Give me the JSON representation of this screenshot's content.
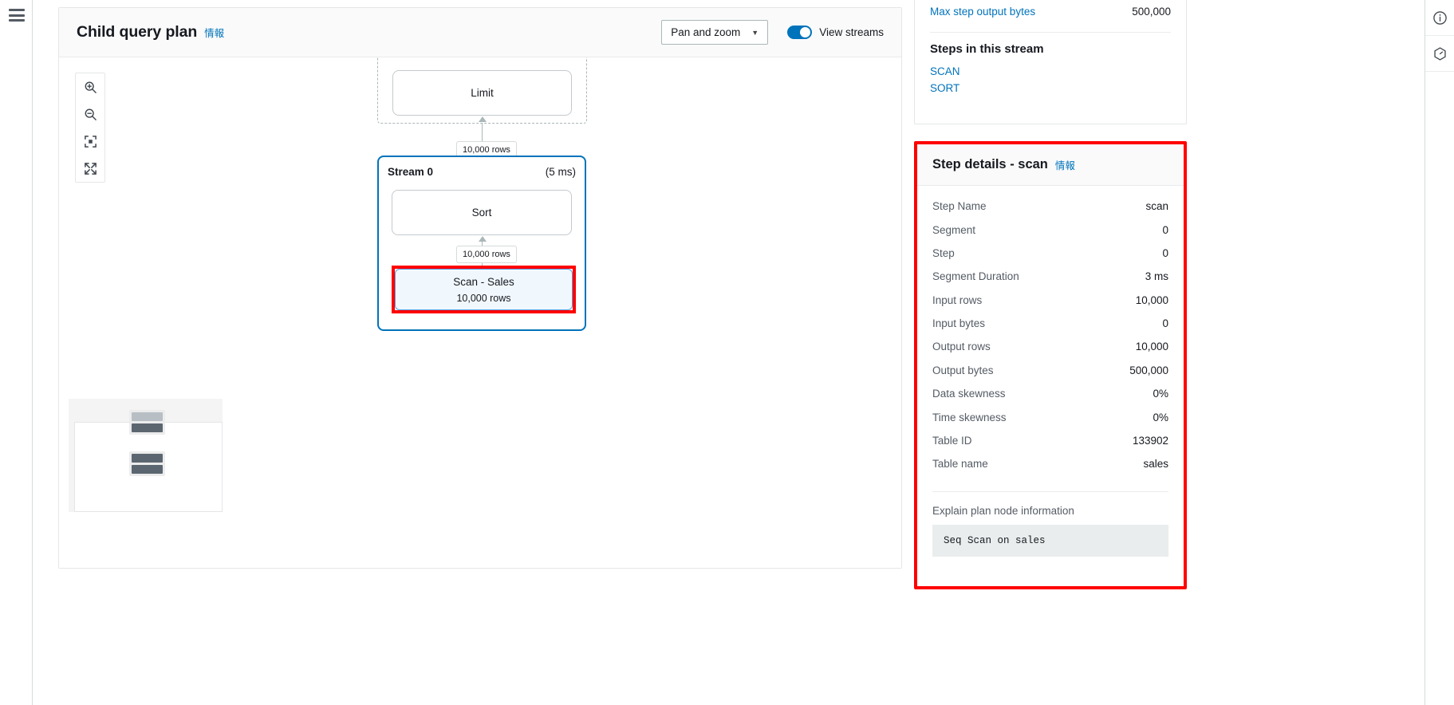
{
  "colors": {
    "accent_blue": "#0073bb",
    "highlight_red": "#ff0000",
    "stream_border": "#0073bb",
    "scan_fill": "#f1f8fd",
    "text": "#16191f",
    "muted": "#545b64"
  },
  "left_rail": {
    "menu_icon": "hamburger-menu-icon"
  },
  "right_rail": {
    "items": [
      {
        "icon": "info-circle-icon"
      },
      {
        "icon": "settings-hex-icon"
      }
    ]
  },
  "plan_card": {
    "title": "Child query plan",
    "info_label": "情報",
    "mode_select": {
      "value": "Pan and zoom",
      "caret": "▼"
    },
    "streams_toggle": {
      "label": "View streams",
      "state": "on"
    },
    "zoom_controls": [
      {
        "name": "zoom-in-icon"
      },
      {
        "name": "zoom-out-icon"
      },
      {
        "name": "fit-to-view-icon"
      },
      {
        "name": "fullscreen-icon"
      }
    ]
  },
  "graph": {
    "outer_group": {
      "style": "dashed"
    },
    "nodes": [
      {
        "id": "limit",
        "label": "Limit",
        "sub": ""
      },
      {
        "id": "sort",
        "label": "Sort",
        "sub": ""
      },
      {
        "id": "scan",
        "label": "Scan - Sales",
        "sub": "10,000 rows",
        "selected": true
      }
    ],
    "edges": [
      {
        "from": "stream0",
        "to": "limit",
        "label": "10,000 rows"
      },
      {
        "from": "scan",
        "to": "sort",
        "label": "10,000 rows"
      }
    ],
    "stream": {
      "label": "Stream 0",
      "duration": "(5 ms)"
    }
  },
  "minimap": {
    "groups": [
      {
        "bars": [
          "#b8bfc4",
          "#5c6670"
        ]
      },
      {
        "bars": [
          "#5c6670",
          "#5c6670"
        ]
      }
    ]
  },
  "stream_panel": {
    "metric": {
      "label": "Max step output bytes",
      "value": "500,000"
    },
    "section_title": "Steps in this stream",
    "steps": [
      "SCAN",
      "SORT"
    ]
  },
  "step_details": {
    "title": "Step details - scan",
    "info_label": "情報",
    "rows": [
      {
        "key": "Step Name",
        "value": "scan"
      },
      {
        "key": "Segment",
        "value": "0"
      },
      {
        "key": "Step",
        "value": "0"
      },
      {
        "key": "Segment Duration",
        "value": "3 ms"
      },
      {
        "key": "Input rows",
        "value": "10,000"
      },
      {
        "key": "Input bytes",
        "value": "0"
      },
      {
        "key": "Output rows",
        "value": "10,000"
      },
      {
        "key": "Output bytes",
        "value": "500,000"
      },
      {
        "key": "Data skewness",
        "value": "0%"
      },
      {
        "key": "Time skewness",
        "value": "0%"
      },
      {
        "key": "Table ID",
        "value": "133902"
      },
      {
        "key": "Table name",
        "value": "sales"
      }
    ],
    "explain_heading": "Explain plan node information",
    "explain_code": "Seq Scan on sales"
  }
}
